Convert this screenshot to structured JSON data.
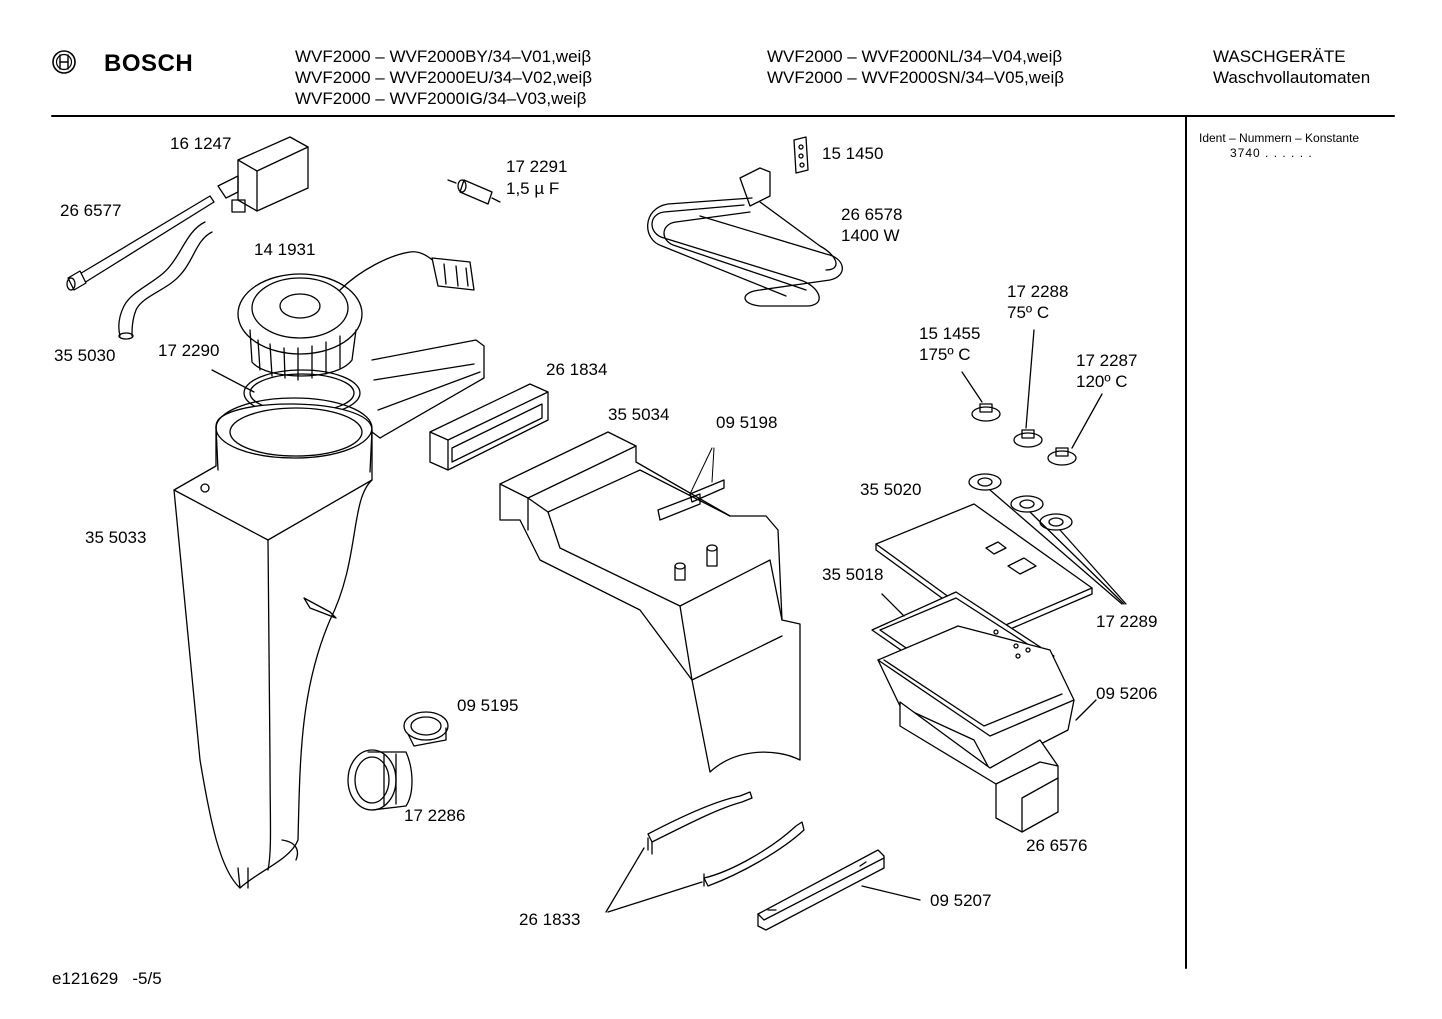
{
  "header": {
    "brand": "BOSCH",
    "models_col1": [
      "WVF2000 – WVF2000BY/34–V01,weiβ",
      "WVF2000 – WVF2000EU/34–V02,weiβ",
      "WVF2000 – WVF2000IG/34–V03,weiβ"
    ],
    "models_col2": [
      "WVF2000 – WVF2000NL/34–V04,weiβ",
      "WVF2000 – WVF2000SN/34–V05,weiβ"
    ],
    "category": "WASCHGERÄTE",
    "subcategory": "Waschvollautomaten"
  },
  "side_panel": {
    "title": "Ident – Nummern – Konstante",
    "value": "3740 . . . . . ."
  },
  "parts": {
    "p161247": "16 1247",
    "p266577": "26 6577",
    "p141931": "14 1931",
    "p355030": "35 5030",
    "p172290": "17 2290",
    "p172291_a": "17 2291",
    "p172291_b": "1,5 µ F",
    "p151450": "15 1450",
    "p266578_a": "26 6578",
    "p266578_b": "1400 W",
    "p172288_a": "17 2288",
    "p172288_b": "75º C",
    "p151455_a": "15 1455",
    "p151455_b": "175º C",
    "p172287_a": "17 2287",
    "p172287_b": "120º C",
    "p261834": "26 1834",
    "p355034": "35 5034",
    "p095198": "09 5198",
    "p355033": "35 5033",
    "p355020": "35 5020",
    "p355018": "35 5018",
    "p172289": "17 2289",
    "p095206": "09 5206",
    "p095195": "09 5195",
    "p172286": "17 2286",
    "p266576": "26 6576",
    "p261833": "26 1833",
    "p095207": "09 5207"
  },
  "footer": {
    "code": "e121629   -5/5"
  }
}
